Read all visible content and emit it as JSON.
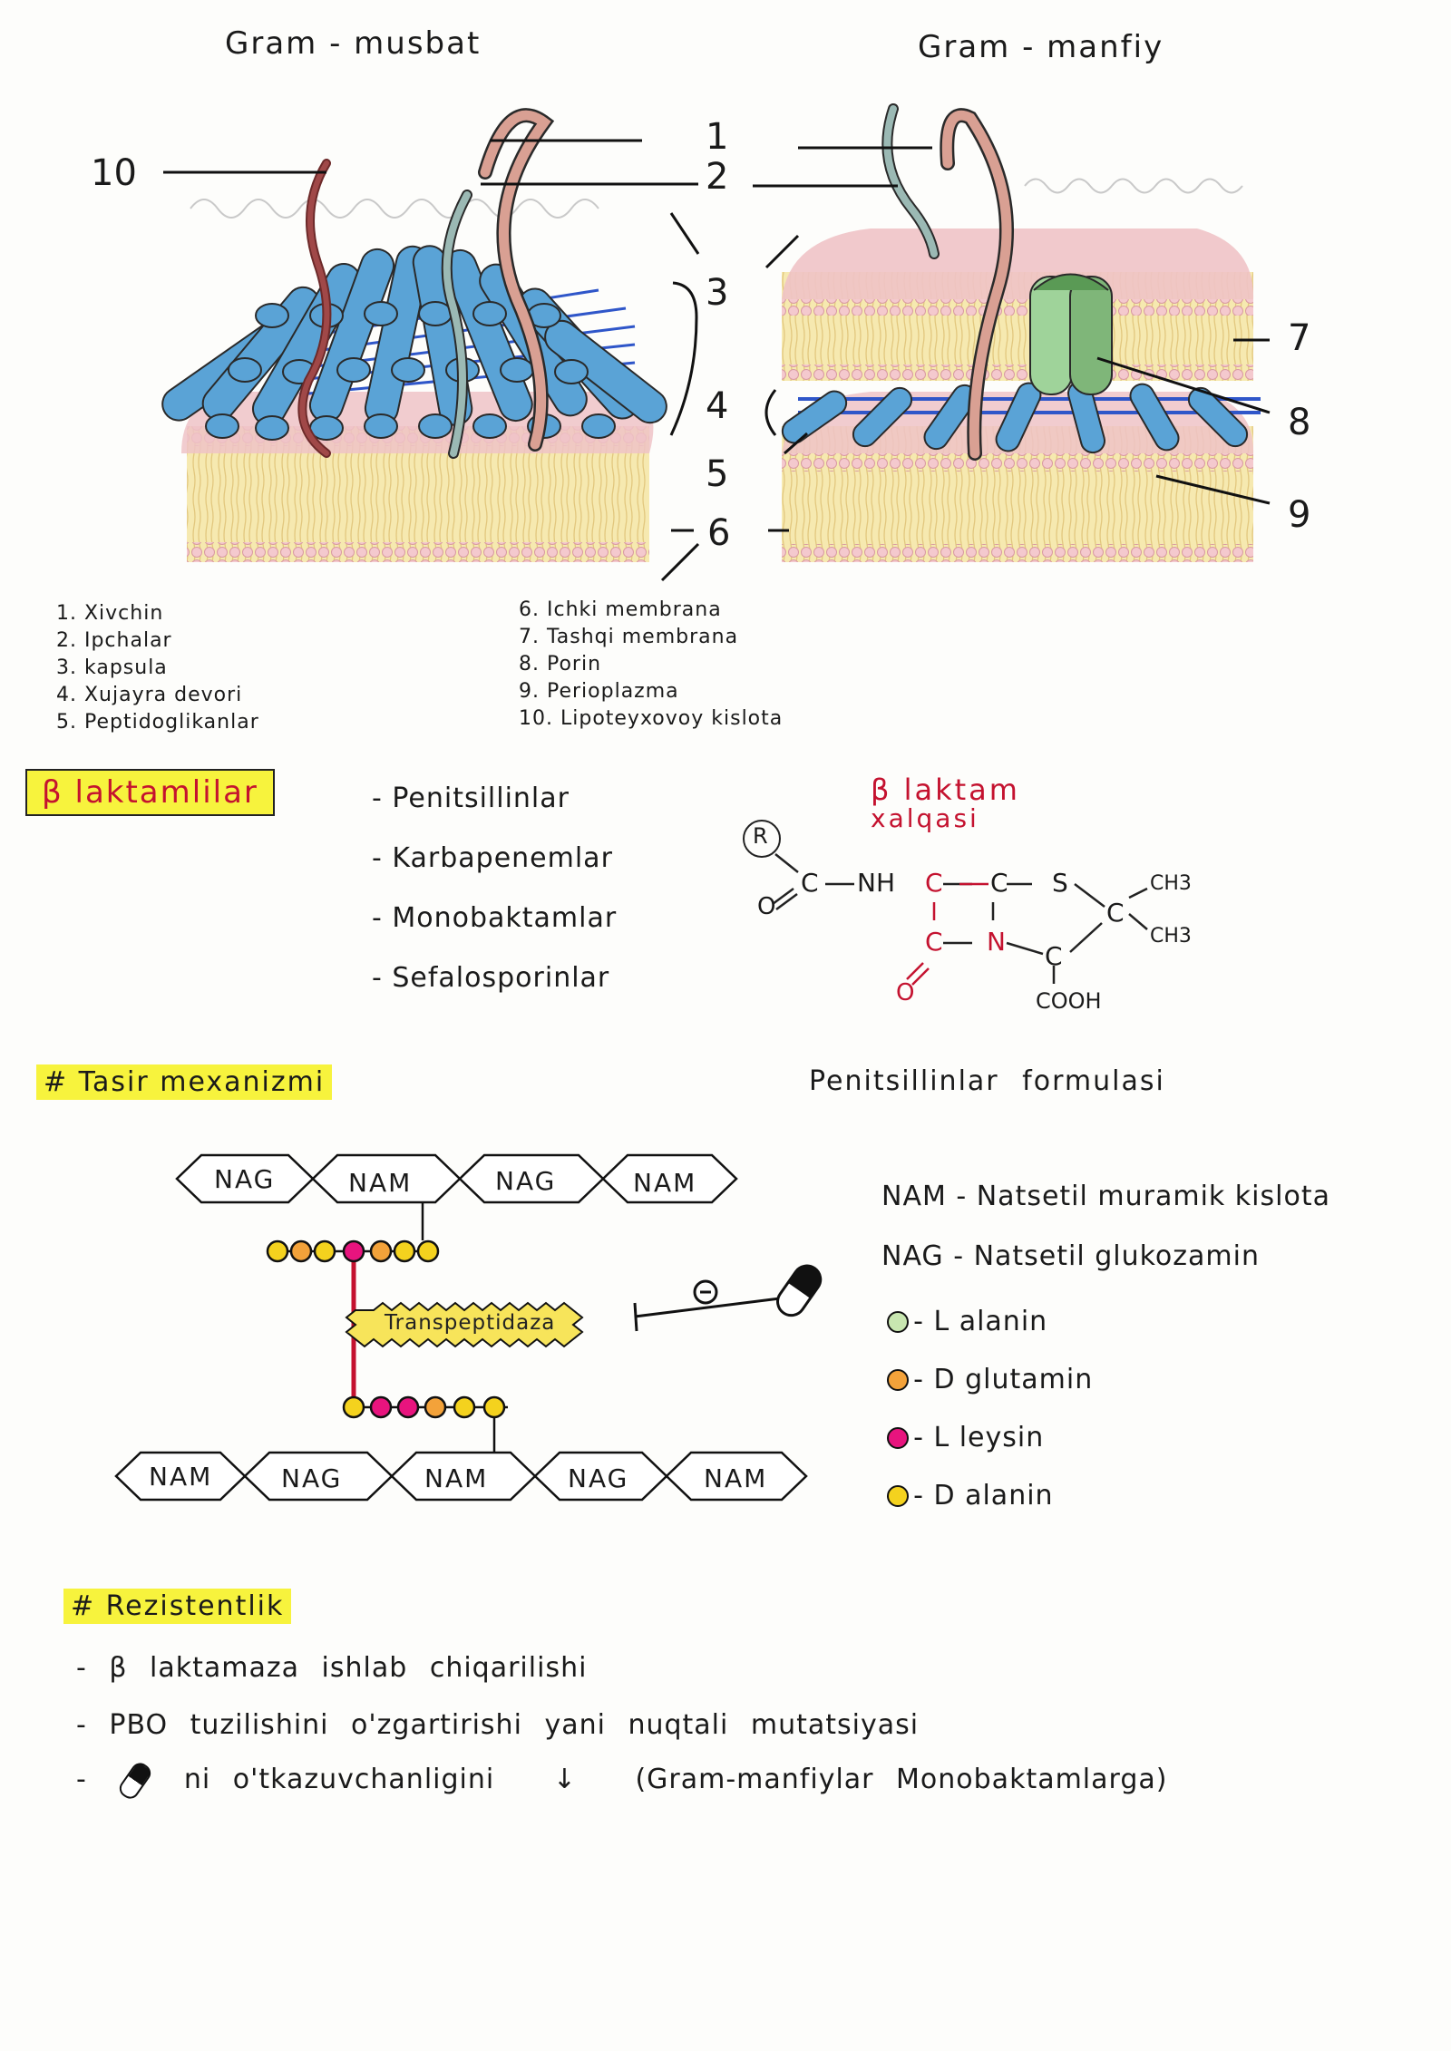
{
  "diagram": {
    "gram_positive_title": "Gram - musbat",
    "gram_negative_title": "Gram - manfiy",
    "callouts": [
      "1",
      "2",
      "3",
      "4",
      "5",
      "6",
      "7",
      "8",
      "9",
      "10"
    ],
    "legend_left": [
      "1. Xivchin",
      "2. Ipchalar",
      "3. kapsula",
      "4. Xujayra devori",
      "5. Peptidoglikanlar"
    ],
    "legend_right": [
      "6. Ichki membrana",
      "7. Tashqi membrana",
      "8. Porin",
      "9. Perioplazma",
      "10. Lipoteyxovoy kislota"
    ],
    "colors": {
      "peptidoglycan_tube": "#5aa3d6",
      "membrane_pink": "#e9b8bd",
      "membrane_yellow": "#f6e9b0",
      "flagellum": "#d9a093",
      "pili": "#9bb9b4",
      "lipoteichoic": "#8c3a3a",
      "porin": "#8cc487"
    }
  },
  "beta_lactam": {
    "label": "β laktamlilar",
    "drugs": [
      "- Penitsillinlar",
      "- Karbapenemlar",
      "- Monobaktamlar",
      "- Sefalosporinlar"
    ],
    "ring_title_1": "β laktam",
    "ring_title_2": "xalqasi",
    "formula_caption": "Penitsillinlar formulasi",
    "formula": {
      "R": "R",
      "O_top": "O",
      "C1": "C",
      "NH": "NH",
      "C2": "C",
      "C3": "C",
      "S": "S",
      "C4": "C",
      "CH3_a": "CH3",
      "CH3_b": "CH3",
      "C5": "C",
      "N": "N",
      "C6": "C",
      "O_bottom": "O",
      "COOH": "COOH"
    }
  },
  "mechanism": {
    "heading": "# Tasir mexanizmi",
    "top_chain": [
      "NAG",
      "NAM",
      "NAG",
      "NAM"
    ],
    "bottom_chain": [
      "NAM",
      "NAG",
      "NAM",
      "NAG",
      "NAM"
    ],
    "enzyme": "Transpeptidaza",
    "inhibit_sign": "⊖",
    "glossary": [
      "NAM - Natsetil muramik kislota",
      "NAG - Natsetil glukozamin",
      "- L alanin",
      "- D glutamin",
      "- L leysin",
      "- D alanin"
    ],
    "bead_colors": {
      "L_alanin": "#c8e6b0",
      "D_glutamin": "#f3a23a",
      "L_leysin": "#e8147e",
      "D_alanin": "#f4d21e"
    }
  },
  "resistance": {
    "heading": "# Rezistentlik",
    "items": [
      "- β laktamaza ishlab chiqarilishi",
      "- PBO tuzilishini o'zgartirishi yani nuqtali mutatsiyasi",
      "- ni o'tkazuvchanligini"
    ],
    "arrow": "↓",
    "note": "(Gram-manfiylar Monobaktamlarga)"
  }
}
